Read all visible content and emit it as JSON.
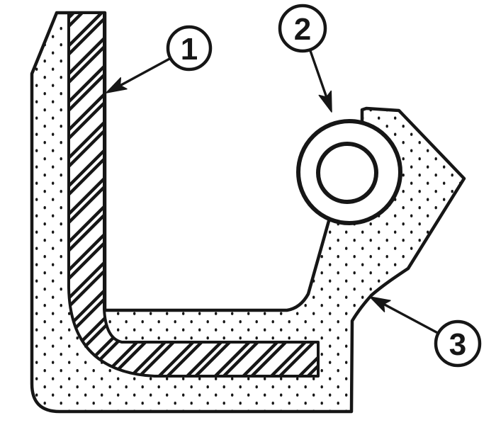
{
  "diagram": {
    "kind": "seal-cross-section-callout-diagram",
    "callouts": [
      {
        "label": "1",
        "target": "metal-insert"
      },
      {
        "label": "2",
        "target": "garter-spring"
      },
      {
        "label": "3",
        "target": "sealing-lip"
      }
    ],
    "colors": {
      "ink": "#161616",
      "paper": "#ffffff"
    }
  }
}
